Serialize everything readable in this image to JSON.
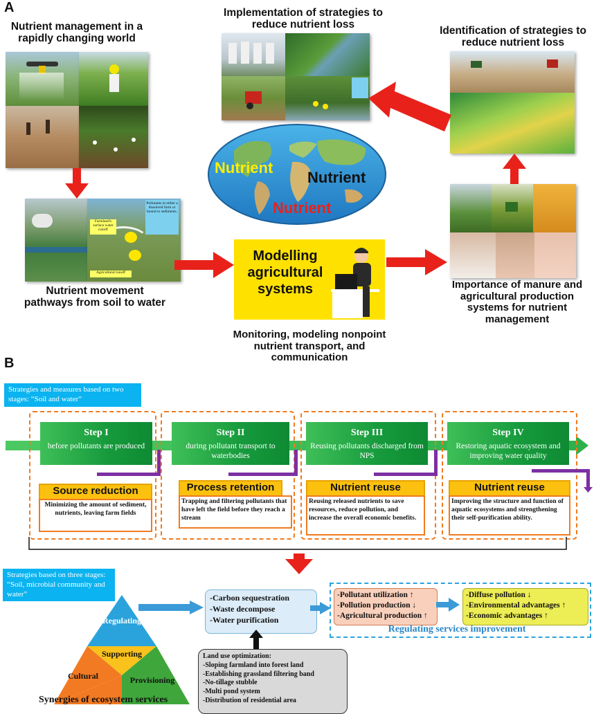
{
  "colors": {
    "red_arrow": "#e8221b",
    "green_step": "#169a3c",
    "orange_dash": "#f07a1e",
    "gold_box": "#fcc10e",
    "blue_tag": "#0bb3f0",
    "purple_line": "#7d2fa3",
    "modelling_bg": "#ffe100",
    "flow_blue": "#3b9ad8",
    "regulating_blue": "#2aa3dc",
    "cultural_orange": "#f27a22",
    "supporting_yellow": "#f9c21d",
    "provisioning_green": "#3fa63b"
  },
  "panelA": {
    "letter": "A",
    "nutrient_mgmt": "Nutrient management in a rapidly changing world",
    "implementation": "Implementation of strategies to reduce nutrient loss",
    "identification": "Identification of strategies to reduce nutrient loss",
    "globe_words": [
      "Nutrient",
      "Nutrient",
      "Nutrient"
    ],
    "globe_colors": [
      "#ffee00",
      "#111111",
      "#e8221b"
    ],
    "pathways_caption": "Nutrient movement pathways from soil to water",
    "inset_texts": [
      "Pollutants in either a dissolved form or bound to sediments.",
      "Farmland's surface water runoff",
      "Agricultural runoff"
    ],
    "modelling": "Modelling agricultural systems",
    "monitoring": "Monitoring, modeling nonpoint nutrient transport, and communication",
    "manure": "Importance of manure and agricultural production systems for nutrient management",
    "icons": [
      "drone-sprayer-photo",
      "farmer-photo",
      "field-workers-photo",
      "crop-rows-photo",
      "power-plant-photo",
      "river-photo",
      "tractor-photo",
      "runoff-inset-photo",
      "combine-harvester-photo",
      "rice-terrace-photo",
      "laptop-person-icon",
      "livestock-photo"
    ]
  },
  "panelB": {
    "letter": "B",
    "tag_two_stage": "Strategies and measures based on two stages: “Soil and water”",
    "steps": [
      {
        "title": "Step I",
        "subtitle": "before pollutants are produced",
        "box_title": "Source reduction",
        "desc": "Minimizing the amount of sediment, nutrients, leaving farm fields"
      },
      {
        "title": "Step II",
        "subtitle": "during pollutant transport to waterbodies",
        "box_title": "Process retention",
        "desc": "Trapping and filtering pollutants that have left the field before they reach a stream"
      },
      {
        "title": "Step III",
        "subtitle": "Reusing pollutants discharged from NPS",
        "box_title": "Nutrient reuse",
        "desc": "Reusing released nutrients to save resources, reduce pollution, and increase the overall economic benefits."
      },
      {
        "title": "Step IV",
        "subtitle": "Restoring aquatic ecosystem and improving water quality",
        "box_title": "Nutrient reuse",
        "desc": "Improving the structure and function of aquatic ecosystems and strengthening their self-purification ability."
      }
    ],
    "tag_three_stage": "Strategies based on three stages: “Soil, microbial community and water”",
    "triangle": {
      "regulating": "Regulating",
      "supporting": "Supporting",
      "cultural": "Cultural",
      "provisioning": "Provisioning"
    },
    "synergies": "Synergies of ecosystem services",
    "services": [
      "-Carbon sequestration",
      "-Waste decompose",
      "-Water purification"
    ],
    "land_use_title": "Land use optimization:",
    "land_use_items": [
      "-Sloping farmland into forest land",
      "-Establishing grassland filtering band",
      "-No-tillage stubble",
      "-Multi pond system",
      "-Distribution of residential area"
    ],
    "pink_items": [
      "-Pollutant utilization",
      "-Pollution production",
      "-Agricultural production"
    ],
    "pink_arrows": [
      "↑",
      "↓",
      "↑"
    ],
    "yellow_items": [
      "-Diffuse pollution",
      "-Environmental advantages",
      "-Economic advantages"
    ],
    "yellow_arrows": [
      "↓",
      "↑",
      "↑"
    ],
    "regulating_caption": "Regulating services improvement"
  }
}
